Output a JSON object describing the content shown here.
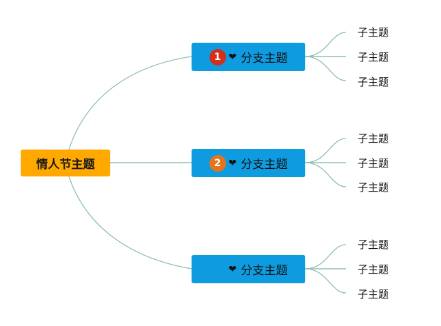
{
  "central_topic": {
    "label": "情人节主题",
    "color": "#FFA800"
  },
  "branch_color": "#0E9BE0",
  "link_color": "#8FBFB3",
  "branches": [
    {
      "label": "分支主题",
      "icon": "heart-icon",
      "icon_glyph": "❤",
      "badge": {
        "text": "1",
        "color": "#D32F1A"
      },
      "subtopics": [
        "子主题",
        "子主题",
        "子主题"
      ]
    },
    {
      "label": "分支主题",
      "icon": "heart-icon",
      "icon_glyph": "❤",
      "badge": {
        "text": "2",
        "color": "#E8731A"
      },
      "subtopics": [
        "子主题",
        "子主题",
        "子主题"
      ]
    },
    {
      "label": "分支主题",
      "icon": "heart-icon",
      "icon_glyph": "❤",
      "badge": null,
      "subtopics": [
        "子主题",
        "子主题",
        "子主题"
      ]
    }
  ]
}
